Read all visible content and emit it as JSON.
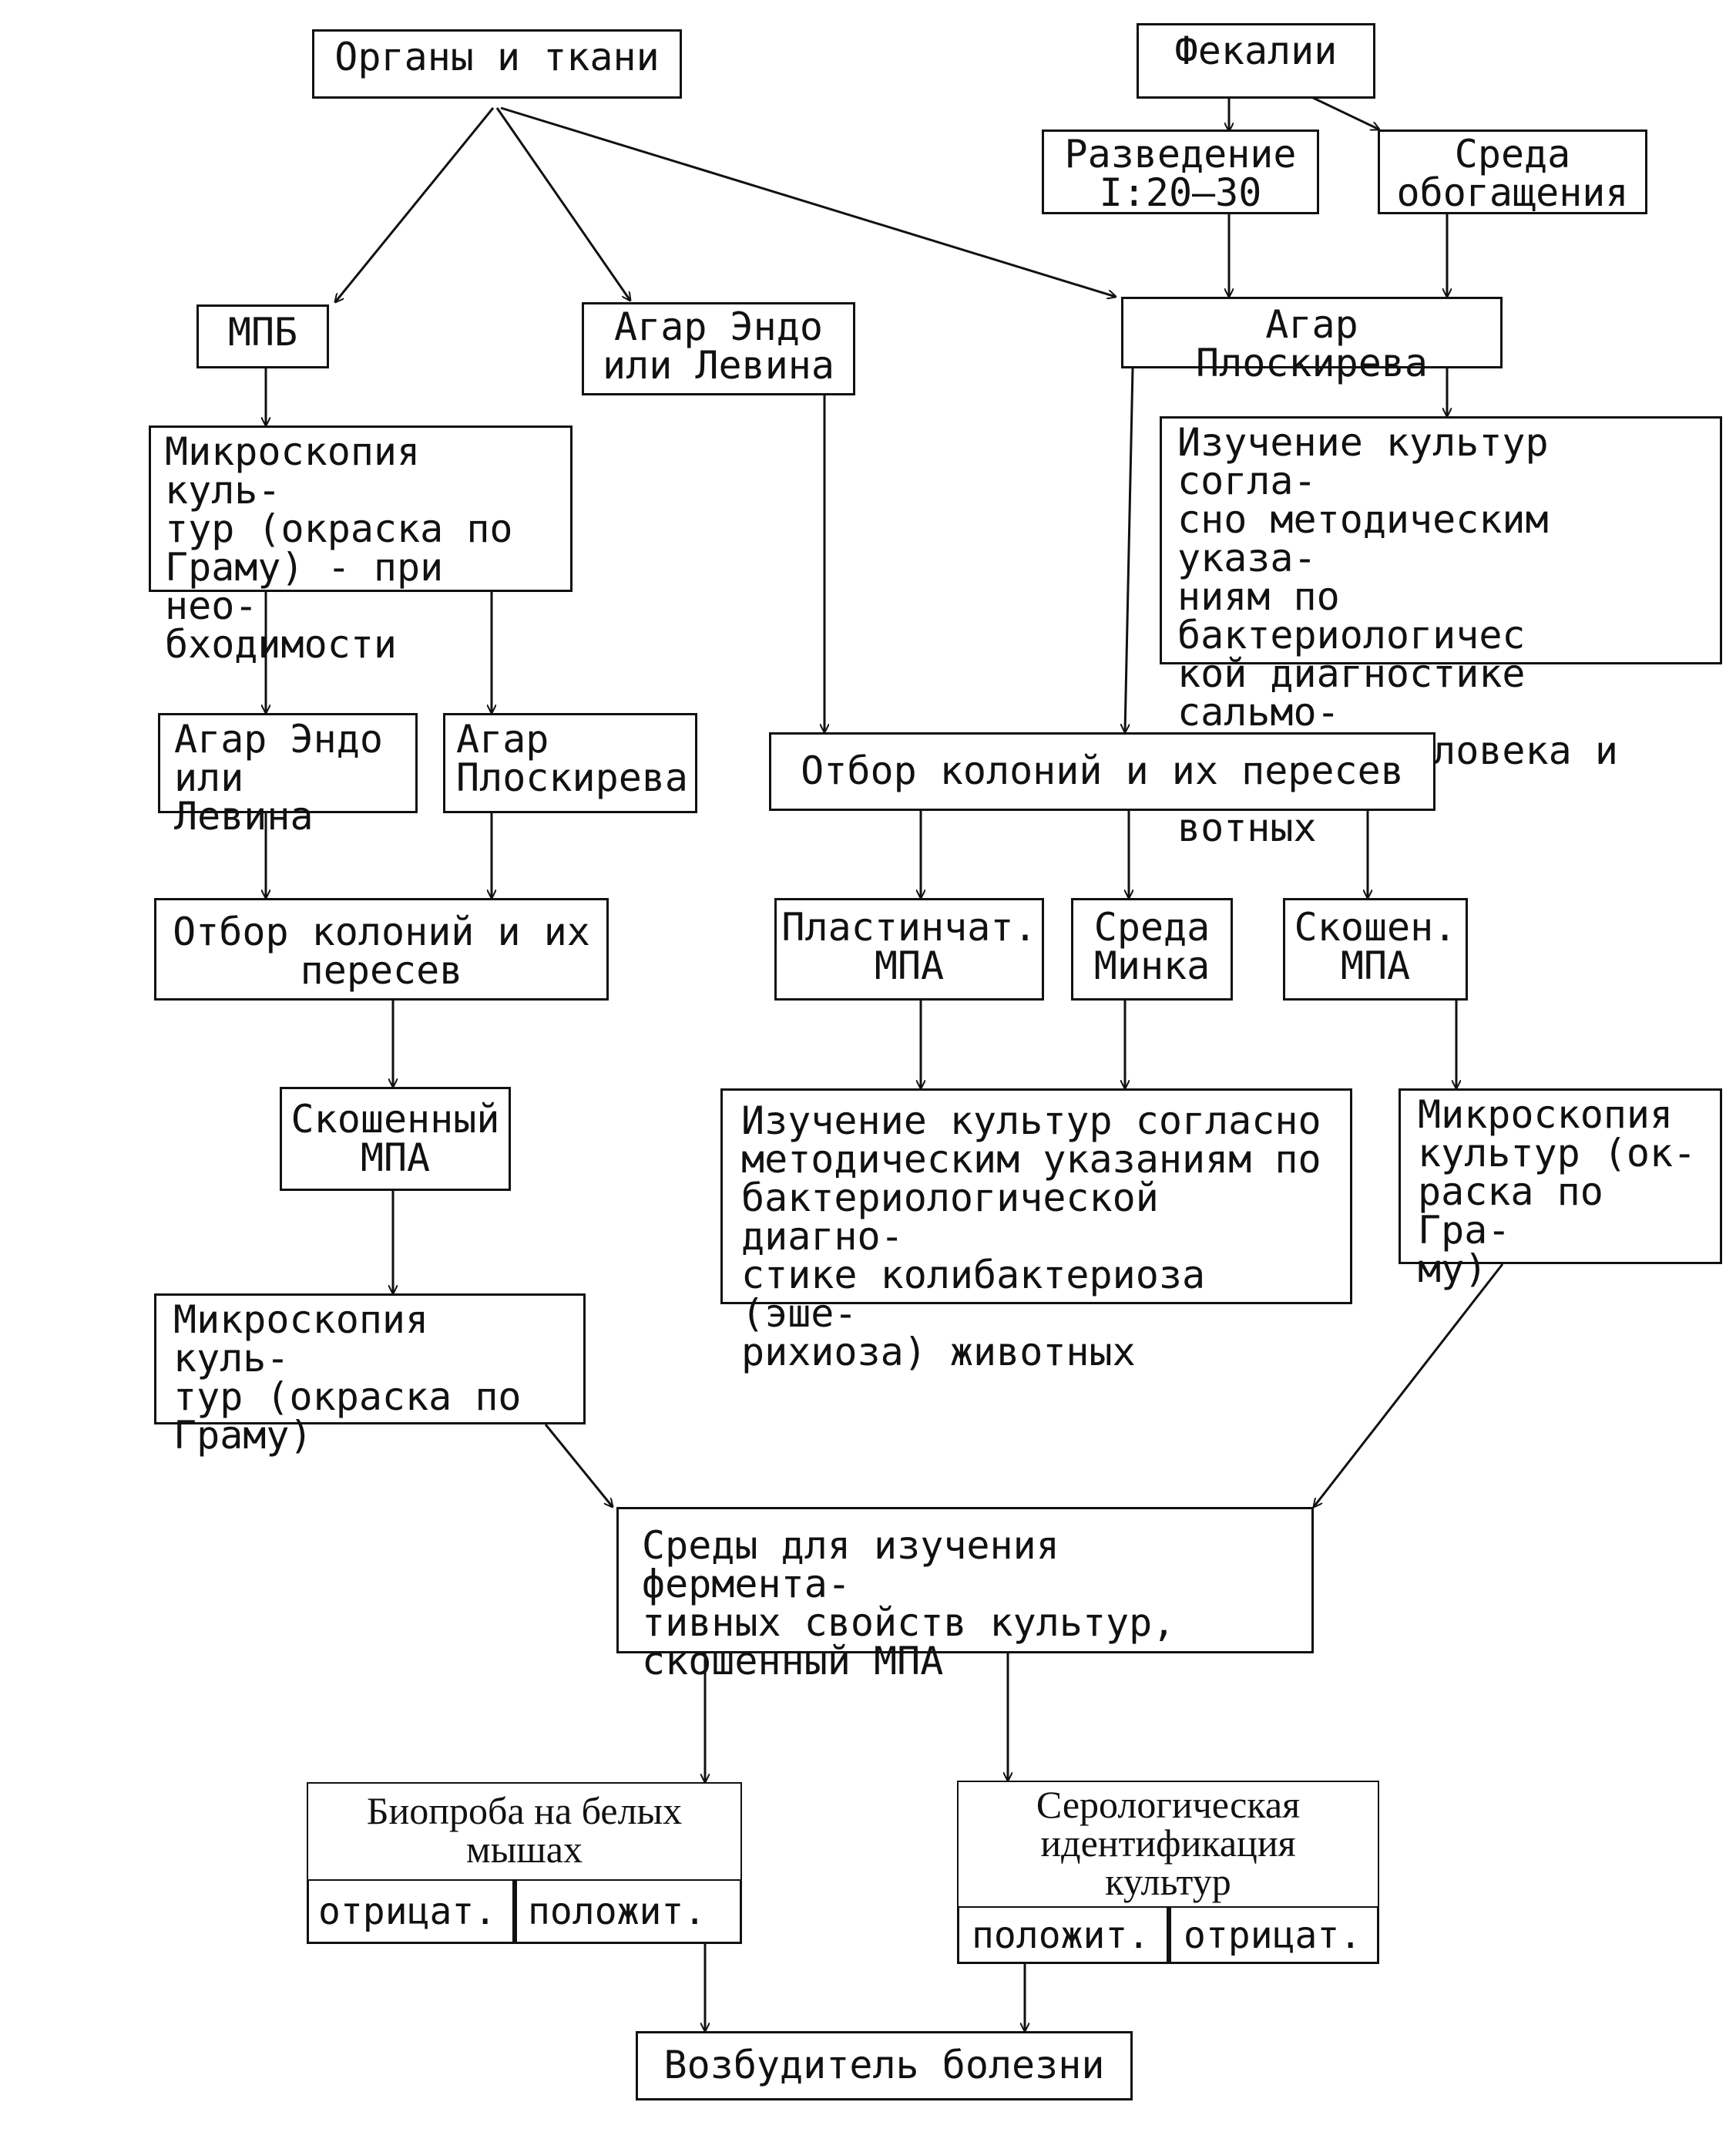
{
  "nodes": {
    "organs": "Органы и ткани",
    "feces": "Фекалии",
    "dilution": "Разведение\nI:20—30",
    "enrichment": "Среда\nобогащения",
    "mpb": "МПБ",
    "agar_endo_top": "Агар Эндо\nили Левина",
    "agar_ploskireva_top": "Агар Плоскирева",
    "microscopy_1": "Микроскопия куль-\nтур (окраска по\nГраму) - при нео-\nбходимости",
    "salmonella_study": "Изучение культур согла-\nсно методическим указа-\nниям по бактериологичес\nкой диагностике сальмо-\nнеллезов человека и жи-\nвотных",
    "agar_endo_2": "Агар Эндо\nили Левина",
    "agar_ploskireva_2": "Агар\nПлоскирева",
    "selection_right": "Отбор колоний и их пересев",
    "selection_left": "Отбор колоний и их\nпересев",
    "plate_mpa": "Пластинчат.\nМПА",
    "minka": "Среда\nМинка",
    "slant_mpa_short": "Скошен.\nМПА",
    "slant_mpa_left": "Скошенный\nМПА",
    "coli_study": "Изучение культур согласно\nметодическим указаниям по\nбактериологической диагно-\nстике колибактериоза (эше-\nрихиоза) животных",
    "microscopy_right": "Микроскопия\nкультур (ок-\nраска по Гра-\nму)",
    "microscopy_left": "Микроскопия куль-\nтур (окраска по\nГраму)",
    "enzymatic_media": "Среды для изучения фермента-\nтивных свойств культур,\nскошенный МПА",
    "bioassay": "Биопроба на белых\nмышах",
    "bioassay_neg": "отрицат.",
    "bioassay_pos": "положит.",
    "serology": "Серологическая\nидентификация\nкультур",
    "serology_pos": "положит.",
    "serology_neg": "отрицат.",
    "pathogen": "Возбудитель болезни"
  }
}
